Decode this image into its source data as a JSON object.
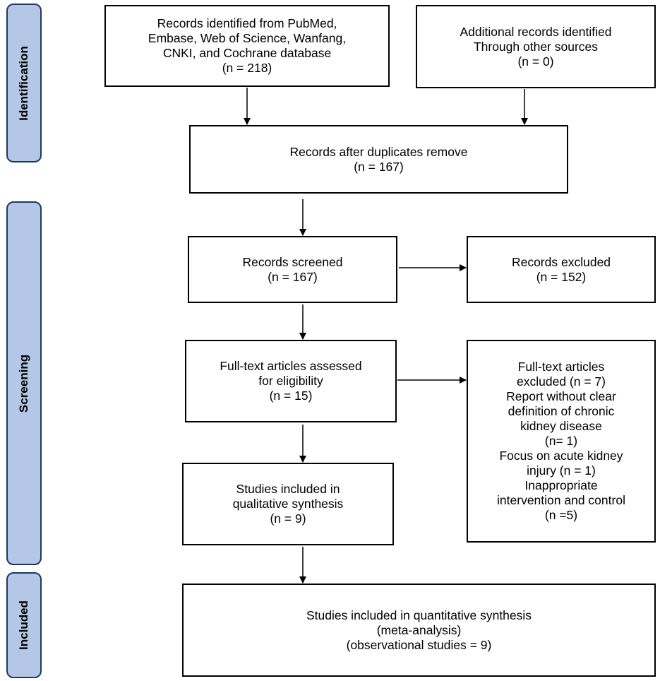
{
  "phases": {
    "identification": "Identification",
    "screening": "Screening",
    "included": "Included"
  },
  "boxes": {
    "records_identified": [
      "Records identified from PubMed,",
      "Embase, Web of Science, Wanfang,",
      "CNKI, and Cochrane database",
      "(n = 218)"
    ],
    "additional_records": [
      "Additional records identified",
      "Through other sources",
      "(n = 0)"
    ],
    "after_duplicates": [
      "Records after duplicates remove",
      "(n = 167)"
    ],
    "screened": [
      "Records screened",
      "(n = 167)"
    ],
    "excluded": [
      "Records excluded",
      "(n = 152)"
    ],
    "fulltext_assessed": [
      "Full-text articles assessed",
      "for eligibility",
      "(n = 15)"
    ],
    "fulltext_excluded": [
      "Full-text articles",
      "excluded (n = 7)",
      "Report without clear",
      "definition of chronic",
      "kidney disease",
      "(n= 1)",
      "Focus on acute kidney",
      "injury (n = 1)",
      "Inappropriate",
      "intervention and control",
      "(n =5)"
    ],
    "qualitative": [
      "Studies included in",
      "qualitative synthesis",
      "(n = 9)"
    ],
    "quantitative": [
      "Studies included in quantitative synthesis",
      "(meta-analysis)",
      "(observational studies = 9)"
    ]
  }
}
